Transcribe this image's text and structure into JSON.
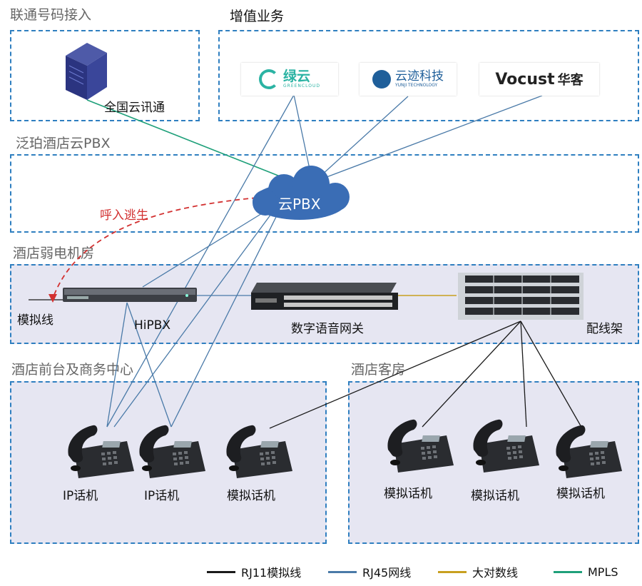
{
  "zones": {
    "unicom": "联通号码接入",
    "value_added": "增值业务",
    "cloud_pbx_zone": "泛珀酒店云PBX",
    "machine_room": "酒店弱电机房",
    "front_desk": "酒店前台及商务中心",
    "guest_rooms": "酒店客房"
  },
  "devices": {
    "server_label": "全国云讯通",
    "cloud_label": "云PBX",
    "hipbx_label": "HiPBX",
    "gateway_label": "数字语音网关",
    "patch_label": "配线架",
    "analog_line_label": "模拟线",
    "escape_label": "呼入逃生"
  },
  "logos": {
    "lvyun": "绿云",
    "lvyun_sub": "GREENCLOUD",
    "yunji": "云迹科技",
    "yunji_sub": "YUNJI TECHNOLOGY",
    "vocust": "Vocust",
    "vocust_cn": "华客"
  },
  "phones": {
    "front": [
      "IP话机",
      "IP话机",
      "模拟话机"
    ],
    "rooms": [
      "模拟话机",
      "模拟话机",
      "模拟话机"
    ]
  },
  "legend": [
    {
      "label": "RJ11模拟线",
      "color": "#1a1a1a"
    },
    {
      "label": "RJ45网线",
      "color": "#4a7aa8"
    },
    {
      "label": "大对数线",
      "color": "#c8a020"
    },
    {
      "label": "MPLS",
      "color": "#1fa07a"
    }
  ],
  "colors": {
    "zone_border": "#2f7fc0",
    "cloud": "#3a6db5",
    "escape_line": "#d23030"
  }
}
